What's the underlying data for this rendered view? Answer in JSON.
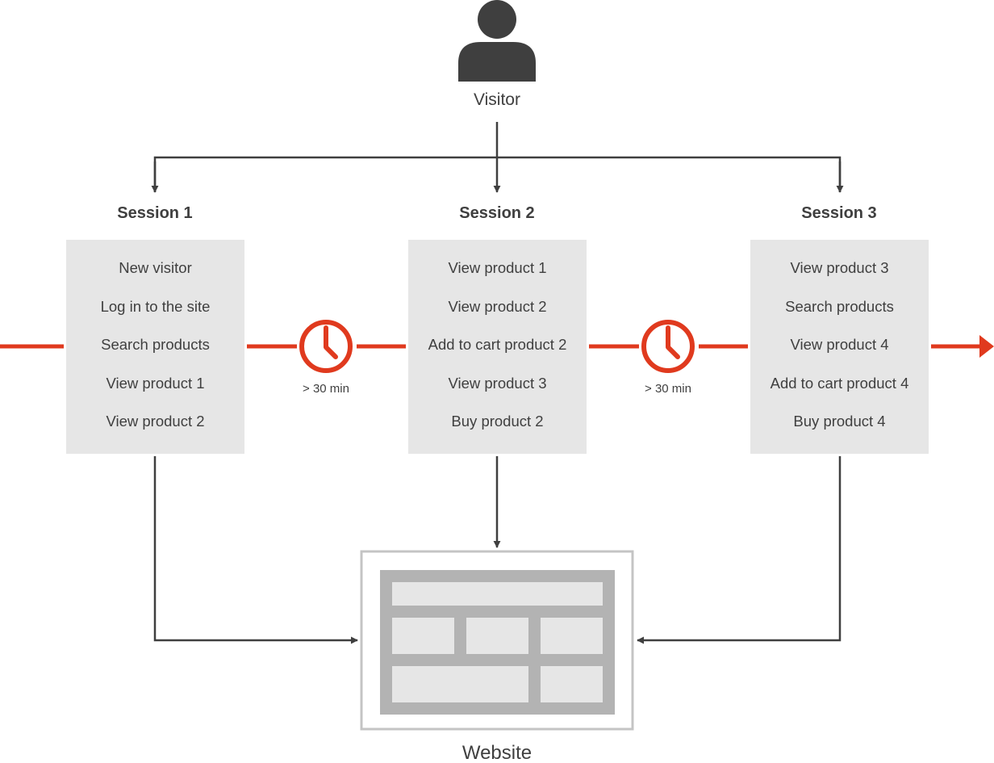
{
  "visitor": {
    "label": "Visitor",
    "icon": "person-icon"
  },
  "sessions": [
    {
      "title": "Session 1",
      "items": [
        "New visitor",
        "Log in to the site",
        "Search products",
        "View product 1",
        "View product 2"
      ]
    },
    {
      "title": "Session 2",
      "items": [
        "View product 1",
        "View product 2",
        "Add to cart product 2",
        "View product 3",
        "Buy product 2"
      ]
    },
    {
      "title": "Session 3",
      "items": [
        "View product 3",
        "Search products",
        "View product 4",
        "Add to cart product 4",
        "Buy product 4"
      ]
    }
  ],
  "gaps": [
    {
      "label": "> 30 min",
      "icon": "clock-icon"
    },
    {
      "label": "> 30 min",
      "icon": "clock-icon"
    }
  ],
  "website": {
    "label": "Website",
    "icon": "website-layout-icon"
  },
  "colors": {
    "timeline": "#e03a1e",
    "connector": "#3f3f3f",
    "icon_dark": "#3f3f3f",
    "box_fill": "#e6e6e6",
    "website_frame": "#b3b3b3",
    "website_panel": "#e6e6e6"
  }
}
